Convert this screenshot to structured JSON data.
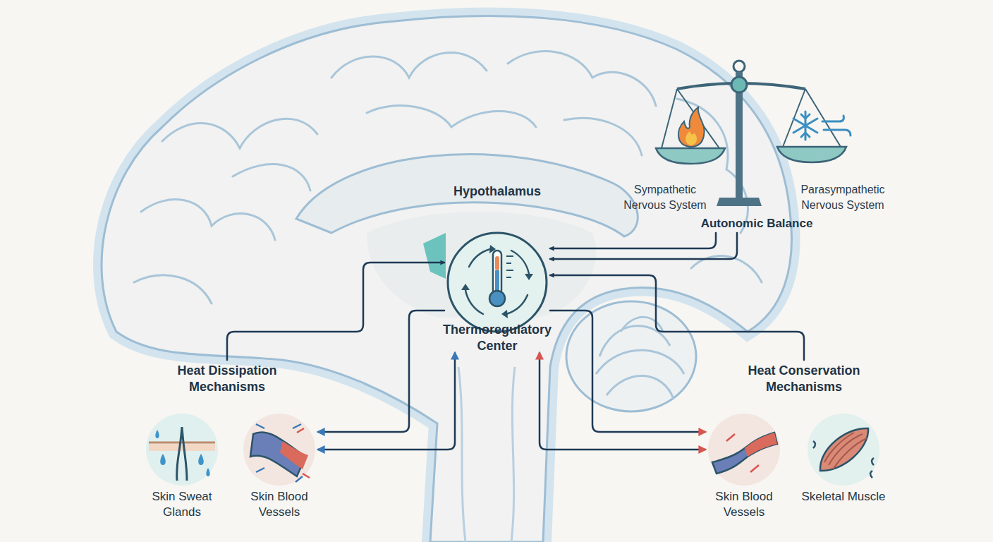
{
  "diagram": {
    "nodes": [
      {
        "text": [
          "Hypothalamus",
          "Thermoregulatory Center"
        ]
      },
      {
        "text": [
          "Sympathetic Nervous System",
          "Parasympathetic Nervous System",
          "Autonomic Balance"
        ]
      },
      {
        "text": [
          "Heat Dissipation Mechanisms"
        ]
      },
      {
        "text": [
          "Skin Sweat Glands"
        ],
        "in": 2
      },
      {
        "text": [
          "Skin Blood Vessels"
        ],
        "in": 2
      },
      {
        "text": [
          "Heat Conservation Mechanisms"
        ]
      },
      {
        "text": [
          "Skin Blood Vessels"
        ],
        "in": 5
      },
      {
        "text": [
          "Skeletal Muscle"
        ],
        "in": 5
      }
    ],
    "edges": [
      {
        "from": 1,
        "to": 0,
        "arrow": "to"
      },
      {
        "from": 1,
        "to": 0,
        "arrow": "to"
      },
      {
        "from": 2,
        "to": 0,
        "arrow": "to"
      },
      {
        "from": 0,
        "to": 4,
        "arrow": "to"
      },
      {
        "from": 0,
        "to": 4,
        "arrow": "both"
      },
      {
        "from": 5,
        "to": 0,
        "arrow": "to"
      },
      {
        "from": 0,
        "to": 6,
        "arrow": "to"
      },
      {
        "from": 0,
        "to": 6,
        "arrow": "both"
      }
    ]
  }
}
